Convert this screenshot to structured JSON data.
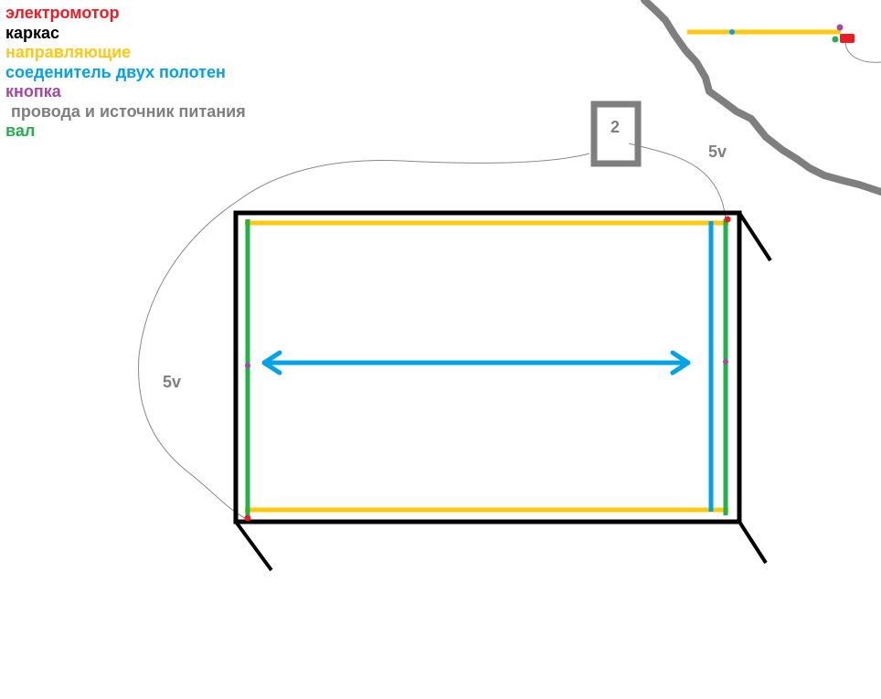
{
  "legend": {
    "motor": "электромотор",
    "frame": "каркас",
    "guides": "направляющие",
    "connector": "соеденитель двух полотен",
    "button": "кнопка",
    "wires": "провода и источник питания",
    "shaft": "вал"
  },
  "labels": {
    "power_box": "2",
    "voltage_top": "5v",
    "voltage_left": "5v"
  },
  "colors": {
    "motor": "#ed1c24",
    "frame": "#000000",
    "guides": "#ffc90e",
    "connector": "#00a2e8",
    "button": "#a349a4",
    "wires": "#7f7f7f",
    "shaft": "#22b14c",
    "wire_thin": "#888888"
  }
}
